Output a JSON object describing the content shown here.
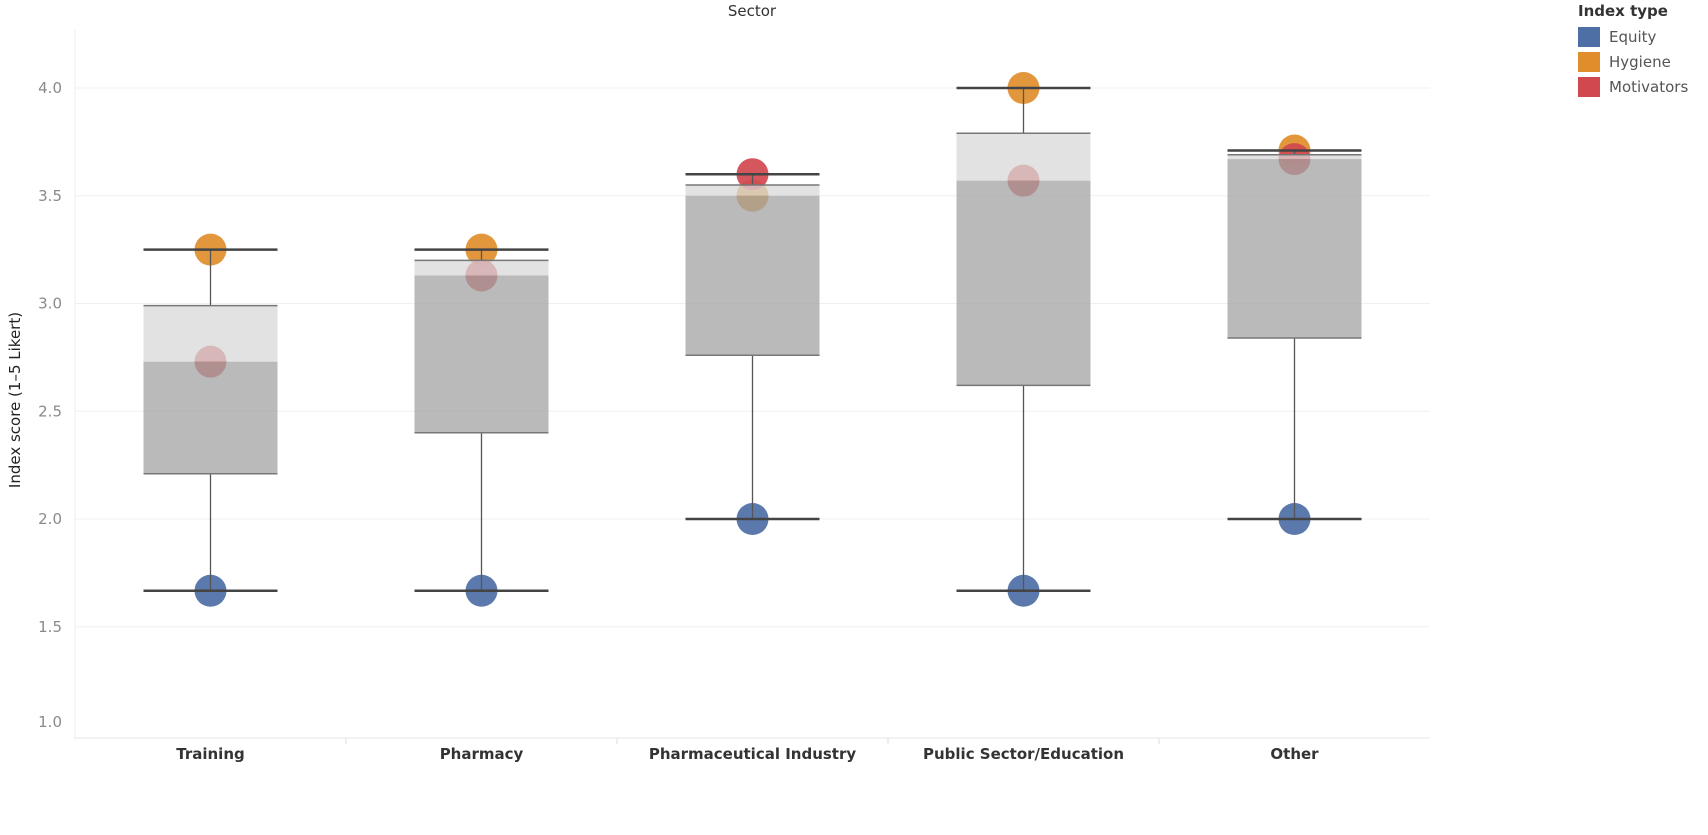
{
  "chart_data": {
    "type": "boxplot",
    "title": "Sector",
    "xlabel": "",
    "ylabel": "Index score (1–5 Likert)",
    "ylim": [
      1.0,
      4.2
    ],
    "yticks": [
      "1.0",
      "1.5",
      "2.0",
      "2.5",
      "3.0",
      "3.5",
      "4.0"
    ],
    "grid": true,
    "legend_title": "Index type",
    "legend_position": "top-right",
    "categories": [
      "Training",
      "Pharmacy",
      "Pharmaceutical Industry",
      "Public Sector/Education",
      "Other"
    ],
    "series": [
      {
        "name": "Equity",
        "color": "#4e6ea6",
        "values": [
          1.667,
          1.667,
          2.0,
          1.667,
          2.0
        ]
      },
      {
        "name": "Hygiene",
        "color": "#e08e2c",
        "values": [
          3.25,
          3.25,
          3.5,
          4.0,
          3.71
        ]
      },
      {
        "name": "Motivators",
        "color": "#d1484f",
        "values": [
          2.73,
          3.13,
          3.6,
          3.57,
          3.67
        ]
      }
    ],
    "boxes": [
      {
        "min": 1.667,
        "q1": 2.21,
        "median": 2.73,
        "q3": 2.99,
        "max": 3.25
      },
      {
        "min": 1.667,
        "q1": 2.4,
        "median": 3.13,
        "q3": 3.2,
        "max": 3.25
      },
      {
        "min": 2.0,
        "q1": 2.76,
        "median": 3.5,
        "q3": 3.55,
        "max": 3.6
      },
      {
        "min": 1.667,
        "q1": 2.62,
        "median": 3.57,
        "q3": 3.79,
        "max": 4.0
      },
      {
        "min": 2.0,
        "q1": 2.84,
        "median": 3.67,
        "q3": 3.69,
        "max": 3.71
      }
    ]
  }
}
